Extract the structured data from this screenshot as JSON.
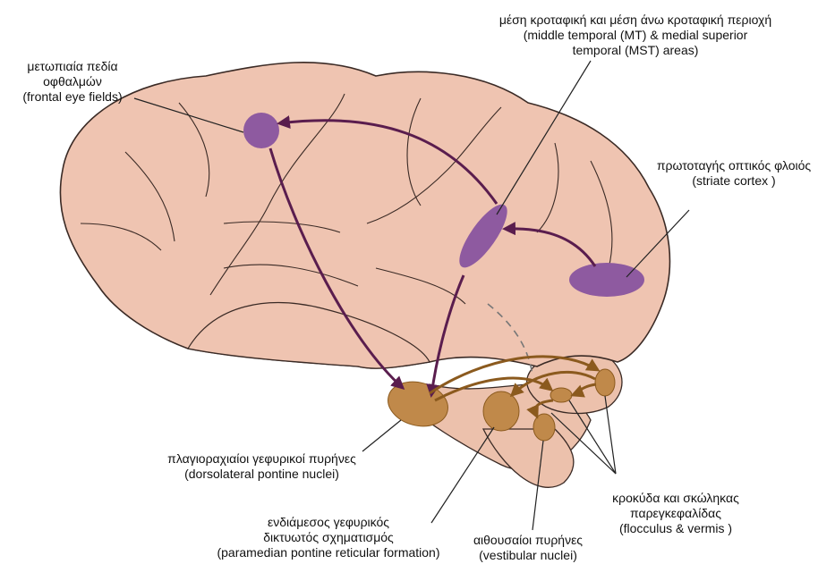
{
  "colors": {
    "brain_fill": "#efc4b1",
    "brain_outline": "#3a2a25",
    "purple_area": "#8e5aa0",
    "purple_pathway": "#5a1d4e",
    "brown_nucleus": "#c0894a",
    "brown_pathway": "#8b5a1e",
    "cerebellum_fill": "#ecc1ac",
    "label_text": "#111111"
  },
  "labels": {
    "frontal_eye_fields": {
      "greek_1": "μετωπιαία πεδία",
      "greek_2": "οφθαλμών",
      "english": "(frontal eye fields)"
    },
    "mt_mst": {
      "greek": "μέση κροταφική και μέση άνω κροταφική περιοχή",
      "english_1": "(middle temporal (MT) & medial superior",
      "english_2": "temporal (MST) areas)"
    },
    "striate_cortex": {
      "greek": "πρωτοταγής οπτικός φλοιός",
      "english": "(striate cortex )"
    },
    "dorsolateral_pontine": {
      "greek": "πλαγιοραχιαίοι γεφυρικοί πυρήνες",
      "english": "(dorsolateral pontine nuclei)"
    },
    "paramedian_pontine": {
      "greek_1": "ενδιάμεσος γεφυρικός",
      "greek_2": "δικτυωτός σχηματισμός",
      "english": "(paramedian pontine reticular formation)"
    },
    "vestibular": {
      "greek": "αιθουσαίοι πυρήνες",
      "english": "(vestibular nuclei)"
    },
    "flocculus_vermis": {
      "greek_1": "κροκύδα και σκώληκας",
      "greek_2": "παρεγκεφαλίδας",
      "english": "(flocculus & vermis )"
    }
  }
}
